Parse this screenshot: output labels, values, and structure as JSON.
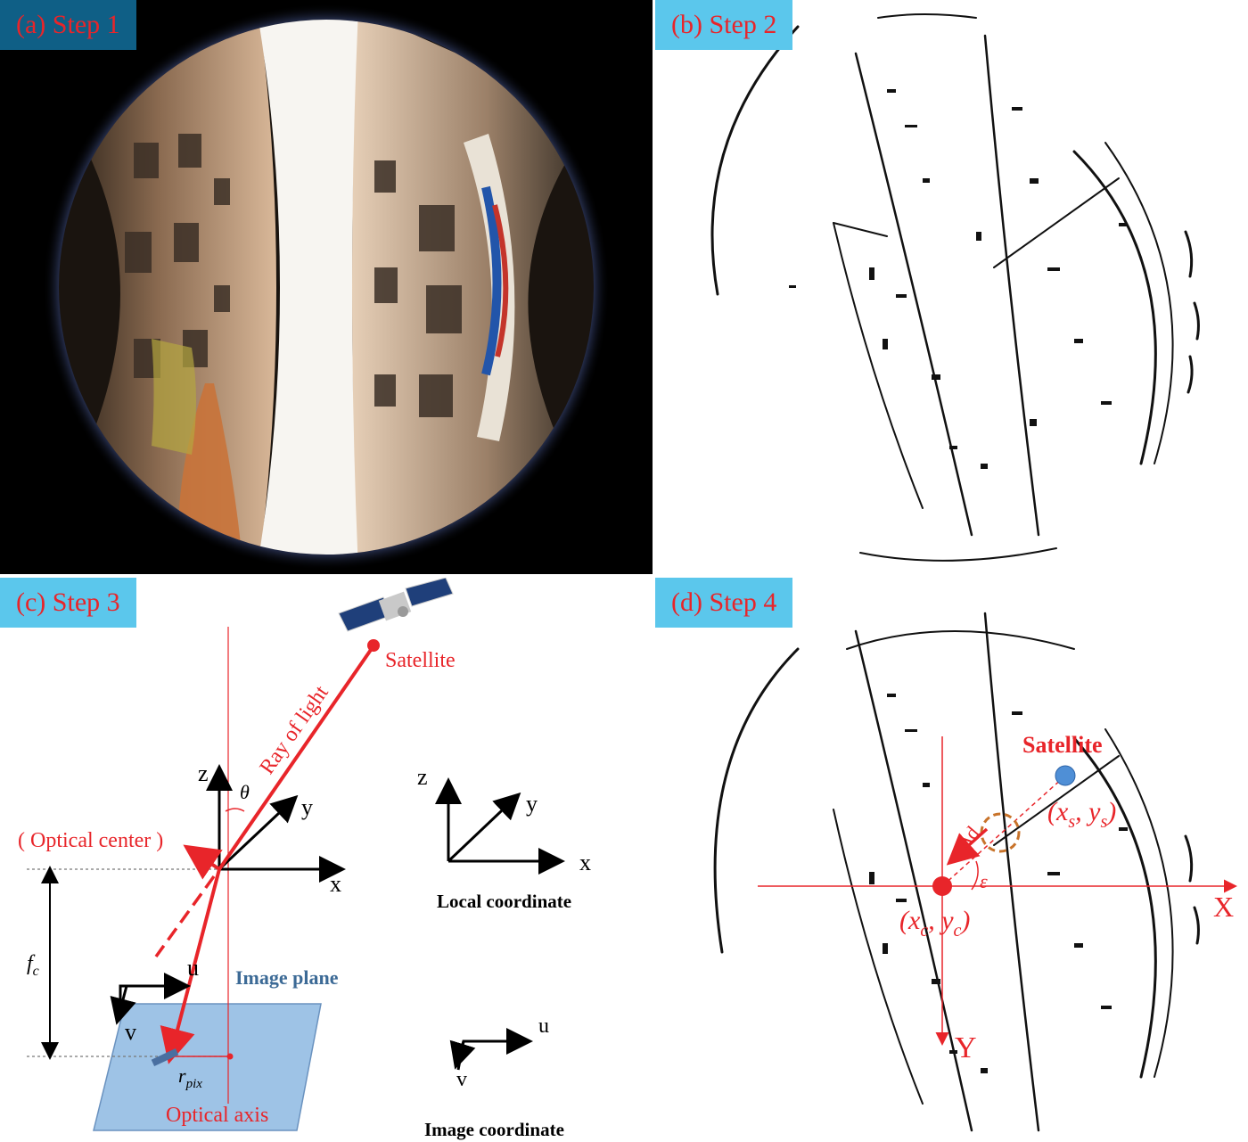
{
  "panels": {
    "a": {
      "label": "(a) Step 1",
      "tag_bg": "#0f5f86"
    },
    "b": {
      "label": "(b) Step 2",
      "tag_bg": "#5bc7ec"
    },
    "c": {
      "label": "(c) Step 3",
      "tag_bg": "#5bc7ec"
    },
    "d": {
      "label": "(d) Step 4",
      "tag_bg": "#5bc7ec"
    }
  },
  "step3": {
    "satellite": "Satellite",
    "ray": "Ray of light",
    "optical_center": "( Optical center )",
    "z": "z",
    "y": "y",
    "x": "x",
    "theta": "θ",
    "fc": "f",
    "fc_sub": "c",
    "u": "u",
    "v": "v",
    "image_plane": "Image plane",
    "rpix": "r",
    "rpix_sub": "pix",
    "optical_axis": "Optical axis",
    "local_z": "z",
    "local_y": "y",
    "local_x": "x",
    "local_caption": "Local coordinate",
    "img_u": "u",
    "img_v": "v",
    "image_caption": "Image coordinate"
  },
  "step4": {
    "satellite": "Satellite",
    "xs": "(x",
    "xs_sub": "s",
    "ys": ", y",
    "ys_sub": "s",
    "close_paren": ")",
    "xc": "(x",
    "xc_sub": "c",
    "yc": ", y",
    "yc_sub": "c",
    "X": "X",
    "Y": "Y",
    "delta_d": "Δd",
    "epsilon": "ε"
  },
  "colors": {
    "red": "#e8252a",
    "plane": "#9ec3e6",
    "plane_text": "#3c6a96",
    "orange": "#c8732a",
    "sat_blue": "#4f8fd6"
  }
}
